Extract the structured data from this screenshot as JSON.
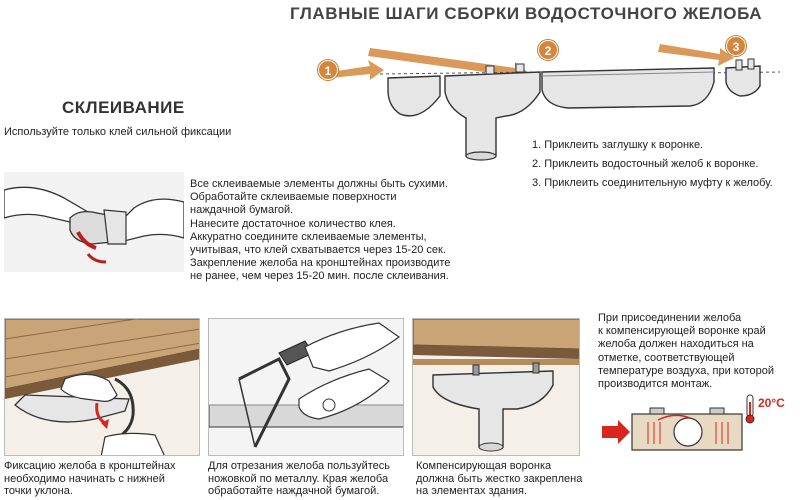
{
  "title": "ГЛАВНЫЕ ШАГИ СБОРКИ ВОДОСТОЧНОГО ЖЕЛОБА",
  "gluing": {
    "heading": "СКЛЕИВАНИЕ",
    "subtitle": "Используйте только клей сильной фиксации",
    "instructions": [
      "Все склеиваемые элементы должны быть сухими.",
      "Обработайте склеиваемые поверхности",
      "наждачной бумагой.",
      "Нанесите достаточное количество клея.",
      "Аккуратно соедините склеиваемые элементы,",
      "учитывая, что клей схватывается через 15-20 сек.",
      "Закрепление желоба на кронштейнах производите",
      "не ранее, чем через 15-20 мин. после склеивания."
    ]
  },
  "assembly": {
    "badges": [
      "1",
      "2",
      "3"
    ],
    "steps": [
      "1. Приклеить заглушку к воронке.",
      "2. Приклеить водосточный желоб к воронке.",
      "3. Приклеить соединительную муфту к желобу."
    ]
  },
  "compensation": {
    "text": [
      "При присоединении желоба",
      "к компенсирующей воронке край",
      "желоба должен находиться на",
      "отметке, соответствующей",
      "температуре воздуха, при которой",
      "производится монтаж."
    ],
    "temperature": "20°C"
  },
  "captions": {
    "bracket": [
      "Фиксацию желоба в кронштейнах",
      "необходимо начинать с нижней",
      "точки уклона."
    ],
    "cutting": [
      "Для отрезания желоба пользуйтесь",
      "ножовкой по металлу. Края желоба",
      "обработайте наждачной бумагой."
    ],
    "funnel": [
      "Компенсирующая воронка",
      "должна быть жестко закреплена",
      "на элементах здания."
    ]
  },
  "colors": {
    "accent_orange": "#d4873c",
    "arrow_red": "#d7261e",
    "gutter_fill": "#e6e6e6",
    "line": "#333333",
    "wood": "#c9a477"
  },
  "icons": [
    "step-arrow-icon",
    "hand-icon",
    "saw-icon",
    "thermometer-icon"
  ]
}
